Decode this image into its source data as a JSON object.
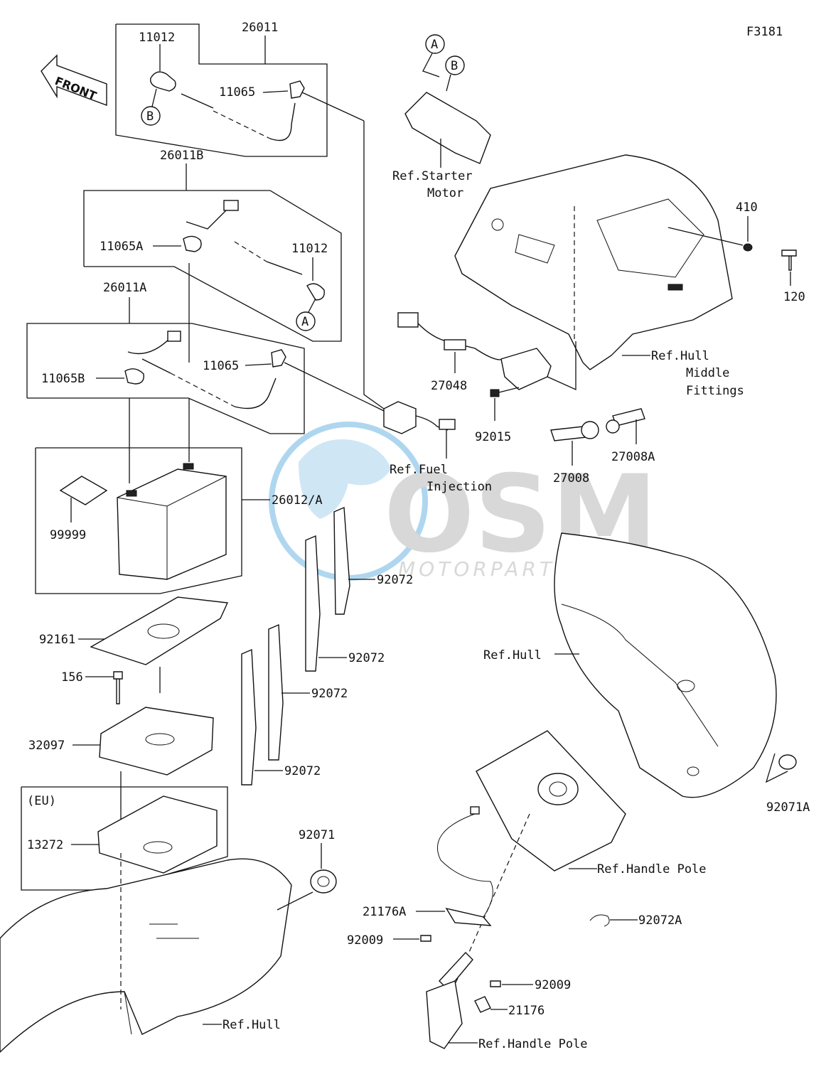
{
  "figure_code": "F3181",
  "front_marker": "FRONT",
  "watermark": {
    "logo": "OSM",
    "sub": "MOTORPARTS",
    "colors": {
      "globe": "#6fb6e3",
      "letters": "#b9b9b9"
    }
  },
  "callouts": {
    "A": "A",
    "B": "B"
  },
  "labels": {
    "p26011": "26011",
    "p11012_top": "11012",
    "p11065_top": "11065",
    "p26011B": "26011B",
    "p11065A": "11065A",
    "p11012_mid": "11012",
    "p26011A": "26011A",
    "p11065_mid": "11065",
    "p11065B": "11065B",
    "p26012A": "26012/A",
    "p99999": "99999",
    "p92161": "92161",
    "p156": "156",
    "p32097": "32097",
    "eu": "(EU)",
    "p13272": "13272",
    "p92071": "92071",
    "p92072_a": "92072",
    "p92072_b": "92072",
    "p92072_c": "92072",
    "p92072_d": "92072",
    "p27048": "27048",
    "p92015": "92015",
    "p27008": "27008",
    "p27008A": "27008A",
    "p410": "410",
    "p120": "120",
    "p92071A": "92071A",
    "p21176A": "21176A",
    "p92009_a": "92009",
    "p92009_b": "92009",
    "p21176": "21176",
    "p92072A": "92072A"
  },
  "references": {
    "starter_1": "Ref.Starter",
    "starter_2": "Motor",
    "hull_mid_1": "Ref.Hull",
    "hull_mid_2": "Middle",
    "hull_mid_3": "Fittings",
    "fuel_1": "Ref.Fuel",
    "fuel_2": "Injection",
    "hull_right": "Ref.Hull",
    "handle_pole_1": "Ref.Handle Pole",
    "hull_bottom": "Ref.Hull",
    "handle_pole_2": "Ref.Handle Pole"
  }
}
